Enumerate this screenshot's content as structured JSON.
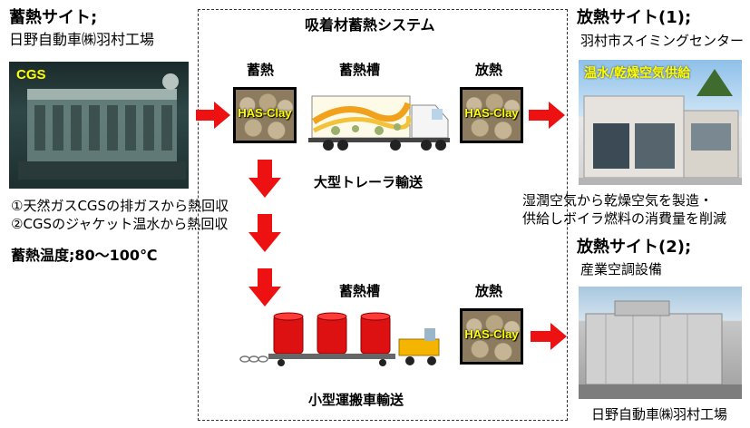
{
  "left": {
    "title": "蓄熱サイト;",
    "subtitle": "日野自動車㈱羽村工場",
    "cgs_label": "CGS",
    "note1": "①天然ガスCGSの排ガスから熱回収",
    "note2": "②CGSのジャケット温水から熱回収",
    "temp": "蓄熱温度;80〜100℃"
  },
  "center": {
    "title": "吸着材蓄熱システム",
    "top": {
      "store_label": "蓄熱",
      "tank_label": "蓄熱槽",
      "release_label": "放熱",
      "clay": "HAS-Clay",
      "transport": "大型トレーラ輸送"
    },
    "bottom": {
      "tank_label": "蓄熱槽",
      "release_label": "放熱",
      "clay": "HAS-Clay",
      "transport": "小型運搬車輸送"
    }
  },
  "right1": {
    "title": "放熱サイト(1);",
    "subtitle": "羽村市スイミングセンター",
    "photo_label": "温水/乾燥空気供給",
    "desc1": "湿潤空気から乾燥空気を製造・",
    "desc2": "供給しボイラ燃料の消費量を削減"
  },
  "right2": {
    "title": "放熱サイト(2);",
    "subtitle": "産業空調設備",
    "caption": "日野自動車㈱羽村工場"
  },
  "colors": {
    "arrow": "#ee1111",
    "clay_text": "#ffff00",
    "tank": "#dd1111"
  }
}
